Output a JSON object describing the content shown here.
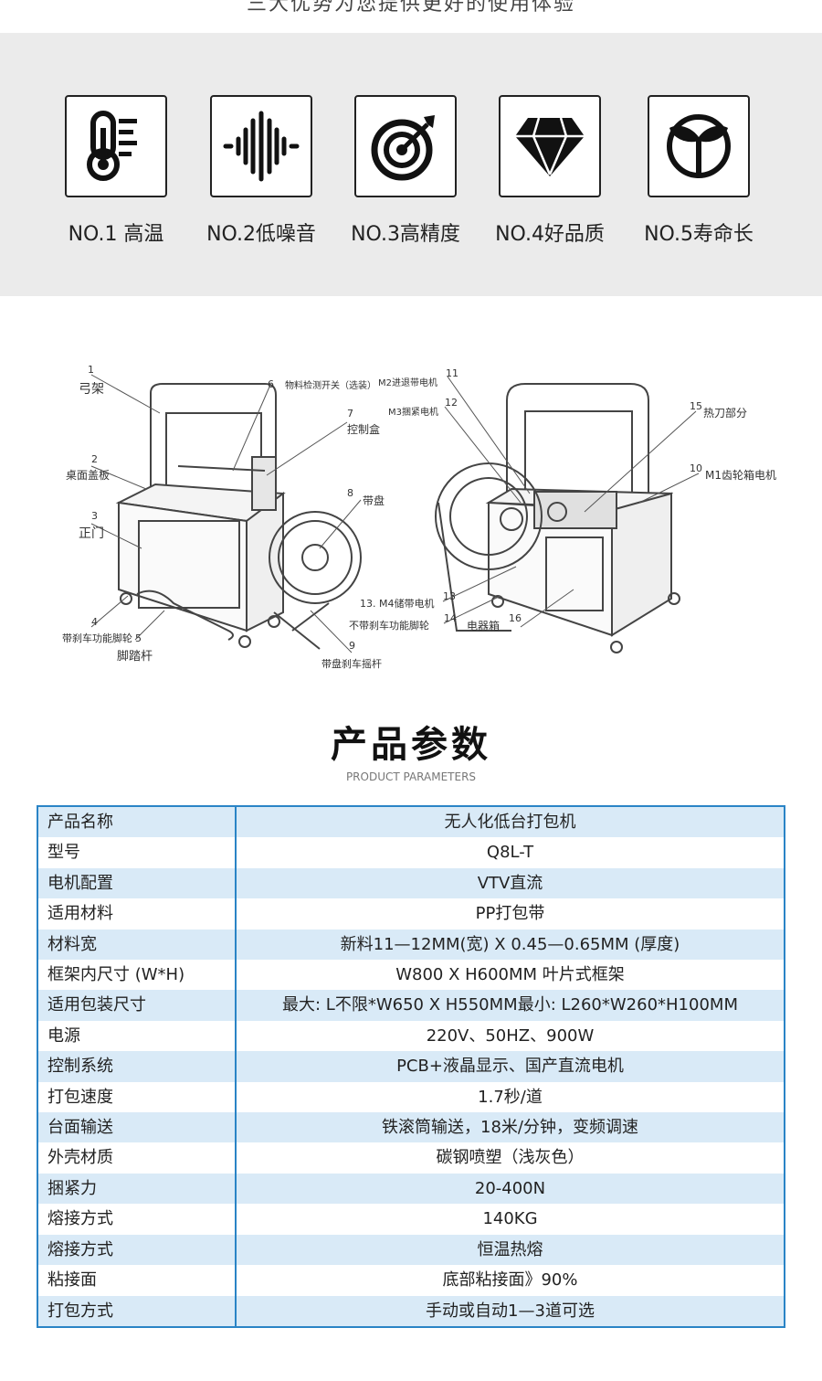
{
  "header": {
    "cut_text": "三大优势为您提供更好的使用体验"
  },
  "features": [
    {
      "icon": "thermometer-icon",
      "label": "NO.1   高温"
    },
    {
      "icon": "sound-wave-icon",
      "label": "NO.2低噪音"
    },
    {
      "icon": "target-icon",
      "label": "NO.3高精度"
    },
    {
      "icon": "diamond-icon",
      "label": "NO.4好品质"
    },
    {
      "icon": "sprout-icon",
      "label": "NO.5寿命长"
    }
  ],
  "diagram": {
    "labels": [
      {
        "num": "1",
        "text": "弓架"
      },
      {
        "num": "2",
        "text": "桌面盖板"
      },
      {
        "num": "3",
        "text": "正门"
      },
      {
        "num": "4",
        "text": "带刹车功能脚轮"
      },
      {
        "num": "5",
        "text": "脚踏杆"
      },
      {
        "num": "6",
        "text": "物料检测开关（选装）"
      },
      {
        "num": "7",
        "text": "控制盒"
      },
      {
        "num": "8",
        "text": "带盘"
      },
      {
        "num": "9",
        "text": "带盘刹车摇杆"
      },
      {
        "num": "11",
        "text": "M2进退带电机"
      },
      {
        "num": "12",
        "text": "M3捆紧电机"
      },
      {
        "num": "15",
        "text": "热刀部分"
      },
      {
        "num": "10",
        "text": "M1齿轮箱电机"
      },
      {
        "num": "13",
        "text": "13. M4储带电机"
      },
      {
        "num": "14",
        "text": "不带刹车功能脚轮"
      },
      {
        "num": "16",
        "text": "电器箱"
      }
    ]
  },
  "section": {
    "title": "产品参数",
    "subtitle": "PRODUCT PARAMETERS"
  },
  "params": [
    {
      "k": "产品名称",
      "v": "无人化低台打包机"
    },
    {
      "k": "型号",
      "v": "Q8L-T"
    },
    {
      "k": "电机配置",
      "v": "VTV直流"
    },
    {
      "k": "适用材料",
      "v": "PP打包带"
    },
    {
      "k": "材料宽",
      "v": "新料11—12MM(宽) X 0.45—0.65MM (厚度)"
    },
    {
      "k": "框架内尺寸 (W*H)",
      "v": "W800 X H600MM  叶片式框架"
    },
    {
      "k": "适用包装尺寸",
      "v": "最大: L不限*W650 X H550MM最小: L260*W260*H100MM"
    },
    {
      "k": "电源",
      "v": "220V、50HZ、900W"
    },
    {
      "k": "控制系统",
      "v": "PCB+液晶显示、国产直流电机"
    },
    {
      "k": "打包速度",
      "v": "1.7秒/道"
    },
    {
      "k": "台面输送",
      "v": "铁滚筒输送，18米/分钟，变频调速"
    },
    {
      "k": "外壳材质",
      "v": "碳钢喷塑（浅灰色）"
    },
    {
      "k": "捆紧力",
      "v": "20-400N"
    },
    {
      "k": "熔接方式",
      "v": "140KG"
    },
    {
      "k": "熔接方式",
      "v": "恒温热熔"
    },
    {
      "k": "粘接面",
      "v": "底部粘接面》90%"
    },
    {
      "k": "打包方式",
      "v": "手动或自动1—3道可选"
    }
  ]
}
